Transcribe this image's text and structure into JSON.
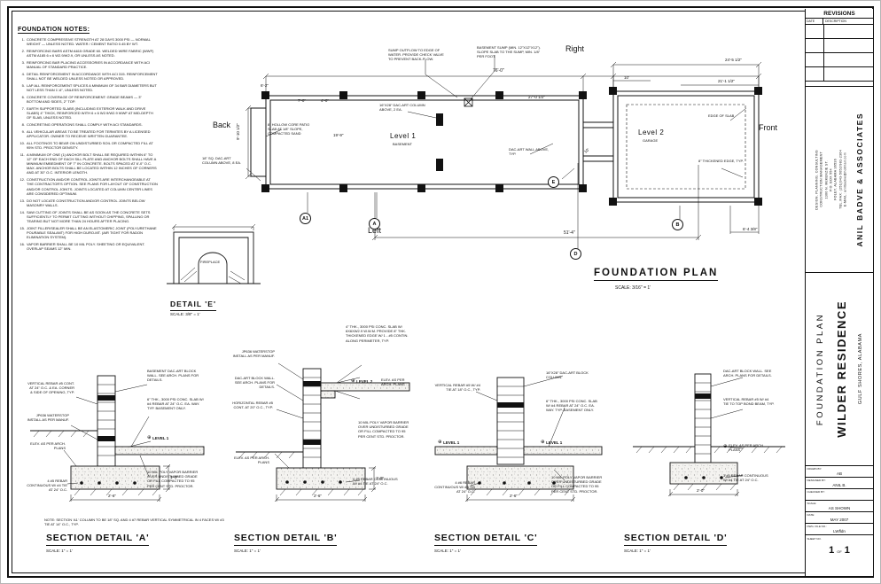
{
  "icons": {
    "level_marker": "⊕"
  },
  "notes": {
    "title": "FOUNDATION NOTES:",
    "items": [
      {
        "num": "1.",
        "text": "CONCRETE COMPRESSIVE STRENGTH AT 28 DAYS 3000 PSI — NORMAL WEIGHT — UNLESS NOTED. WATER / CEMENT RATIO 0.45 BY WT."
      },
      {
        "num": "2.",
        "text": "REINFORCING BARS ASTM A615 GRADE 60. WELDED WIRE FABRIC (WWF) ASTM A185 6 x 6 W2.9/W2.9, OR UNLESS AS NOTED."
      },
      {
        "num": "3.",
        "text": "REINFORCING BAR PLACING ACCESSORIES IN ACCORDANCE WITH ACI MANUAL OF STANDARD PRACTICE."
      },
      {
        "num": "4.",
        "text": "DETAIL REINFORCEMENT IN ACCORDANCE WITH ACI 315. REINFORCEMENT SHALL NOT BE WELDED UNLESS NOTED OR APPROVED."
      },
      {
        "num": "5.",
        "text": "LAP ALL REINFORCEMENT SPLICES A MINIMUM OF 34 BAR DIAMETERS BUT NOT LESS THAN 1'-6\", UNLESS NOTED."
      },
      {
        "num": "6.",
        "text": "CONCRETE COVERAGE OF REINFORCEMENT: GRADE BEAMS — 3\" BOTTOM AND SIDES, 2\" TOP."
      },
      {
        "num": "7.",
        "text": "EARTH SUPPORTED SLABS (INCLUDING EXTERIOR WALK AND DRIVE SLABS) 4\" THICK, REINFORCED WITH 6 x 6 W2.9/W2.9 WWF AT MID-DEPTH OF SLAB, UNLESS NOTED."
      },
      {
        "num": "8.",
        "text": "CONCRETING OPERATIONS SHALL COMPLY WITH ACI STANDARDS."
      },
      {
        "num": "9.",
        "text": "ALL VEHICULAR AREAS TO BE TREATED FOR TERMITES BY A LICENSED APPLICATOR. OWNER TO RECEIVE WRITTEN GUARANTEE."
      },
      {
        "num": "10.",
        "text": "ALL FOOTINGS TO BEAR ON UNDISTURBED SOIL OR COMPACTED FILL AT 95% STD. PROCTOR DENSITY."
      },
      {
        "num": "11.",
        "text": "A MINIMUM OF ONE (1) ANCHOR BOLT SHALL BE REQUIRED WITHIN 6\" TO 12\" OF EACH END OF EACH SILL PLATE AND ANCHOR BOLTS SHALL HAVE A MINIMUM EMBEDMENT OF 7\" IN CONCRETE. BOLTS SPACED AT 6'-0\" O.C. MAX. ANCHOR BOLTS SHALL BE LOCATED WITHIN 12 INCHES OF CORNERS AND AT 30\" O.C. INTERIOR LENGTH."
      },
      {
        "num": "12.",
        "text": "CONSTRUCTION AND/OR CONTROL JOINTS ARE INTERCHANGEABLE AT THE CONTRACTOR'S OPTION. SEE PLANS FOR LAYOUT OF CONSTRUCTION AND/OR CONTROL JOINTS. JOINTS LOCATED AT COLUMN CENTER LINES ARE CONSIDERED OPTIMUM."
      },
      {
        "num": "13.",
        "text": "DO NOT LOCATE CONSTRUCTION AND/OR CONTROL JOINTS BELOW MASONRY WALLS."
      },
      {
        "num": "14.",
        "text": "SAW CUTTING OF JOINTS SHALL BE AS SOON AS THE CONCRETE SETS SUFFICIENTLY TO PERMIT CUTTING WITHOUT CHIPPING, SPALLING OR TEARING BUT NOT MORE THAN 24 HOURS AFTER PLACING."
      },
      {
        "num": "15.",
        "text": "JOINT FILLER/SEALER SHALL BE AN ELASTOMERIC JOINT (POLYURETHANE POURABLE SEALANT) FOR HIGH DURO-MT. (AIR TIGHT FOR RADON ELIMINATION SYSTEM)."
      },
      {
        "num": "16.",
        "text": "VAPOR BARRIER SHALL BE 10 MIL POLY. SHEETING OR EQUIVALENT. OVERLAP SEAMS 12\" MIN."
      }
    ]
  },
  "plan": {
    "title": "FOUNDATION PLAN",
    "scale_label": "SCALE: 3/16\" = 1'",
    "compass": {
      "back": "Back",
      "right": "Right",
      "front": "Front",
      "left": "Left"
    },
    "rooms": {
      "level1": "Level 1",
      "level1_sub": "BASEMENT",
      "level2": "Level 2",
      "level2_sub": "GARAGE"
    },
    "callouts": {
      "sump_outflow": "SUMP OUTFLOW TO EDGE OF WATER. PROVIDE CHECK VALVE TO PREVENT BACK-FLOW.",
      "basement_sump": "BASEMENT SUMP (MIN. 12\"X12\"X12\"). SLOPE SLAB TO THE SUMP, MIN. 1/8\" PER FOOT.",
      "patio_slab": "8\" HOLLOW CORE PATIO SLAB AT 1/8\" SLOPE, COMPACTED SAND",
      "column_16x28": "16\"X28\" DAC-ART COLUMN ABOVE, 2 EA.",
      "dacart_wall": "DAC-ART WALL ABOVE, TYP.",
      "thickened_edge": "8\" THICKENED EDGE, TYP.",
      "edge_of_slab": "EDGE OF SLAB",
      "column_18sq": "18\" SQ. DAC-ART COLUMN ABOVE, 8 EA."
    },
    "dims": {
      "overall": "76'-0\"",
      "bay": "10'",
      "right_upper": "24'-5 1/2\"",
      "right_lower": "21'-1 1/2\"",
      "wing": "27'-0 1/2\"",
      "interior": "19'-9\"",
      "porch_a": "6'-2\"",
      "porch_b": "7'-0\"",
      "porch_c": "4'-0\"",
      "left_height": "9'-10 1/2\"",
      "bottom": "51'-4\"",
      "bottom_right": "6'-4 3/8\"",
      "garage_diag": "10'"
    },
    "bubbles": {
      "a1": "A1",
      "a": "A",
      "b": "B",
      "d": "D",
      "e": "E"
    }
  },
  "detail_e": {
    "title": "DETAIL 'E'",
    "scale_label": "SCALE: 3/8\" = 1'",
    "fireplace": "FIREPLACE"
  },
  "sections": {
    "a": {
      "title": "SECTION DETAIL 'A'",
      "scale_label": "SCALE: 1\" = 1'",
      "callouts": {
        "vert_rebar": "VERTICAL REBAR #5 CONT. AT 24\" O.C. & EA. CORNER & SIDE OF OPENING, TYP.",
        "waterstop": "JP636 WATERSTOP INSTALL AS PER MANUF.",
        "elev": "ELEV. AS PER ARCH. PLANS",
        "block_wall": "BASEMENT DAC-ART BLOCK WALL. SEE ARCH. PLANS FOR DETAILS.",
        "slab": "6\" THK., 3000 PSI CONC. SLAB W/ #4 REBAR AT 24\" O.C. EA. WAY. TYP. BASEMENT ONLY.",
        "level": "LEVEL 1",
        "vapor": "10 MIL POLY VAPOR BARRIER OVER UNDISTURBED GRADE OR FILL COMPACTED TO 95 PER CENT STD. PROCTOR.",
        "footing_rebar": "4 #5 REBAR CONTINUOUS W/ #4 TIE AT 24\" O.C."
      },
      "dims": {
        "w": "2'-6\"",
        "h": "1'-0\""
      },
      "note": "NOTE: SECTION 'A1' COLUMN TO BE 18\" SQ. AND 4 #7 REBAR VERTICAL SYMMETRICAL IN 4 FACES W/ #3 TIE AT 14\" O.C., TYP."
    },
    "b": {
      "title": "SECTION DETAIL 'B'",
      "scale_label": "SCALE: 1\" = 1'",
      "callouts": {
        "top_slab": "4\" THK., 3000 PSI CONC. SLAB W/ 6X6XW2.9 W.W.M. PROVIDE 8\" THK. THICKENED EDGE W/ 1 - #5 CONTIN. ALONG PERIMETER, TYP.",
        "waterstop": "JP636 WATERSTOP INSTALL AS PER MANUF.",
        "block_wall": "DAC-ART BLOCK WALL. SEE ARCH. PLANS FOR DETAILS.",
        "horiz_rebar": "HORIZONTAL REBAR #5 CONT. AT 20\" O.C., TYP.",
        "level": "LEVEL 2",
        "elev_top": "ELEV. AS PER ARCH. PLANS",
        "vapor": "10 MIL POLY VAPOR BARRIER OVER UNDISTURBED GRADE OR FILL COMPACTED TO 95 PER CENT STD. PROCTOR.",
        "elev": "ELEV. AS PER ARCH. PLANS",
        "footing_rebar": "4 #5 REBAR CONTINUOUS W/ #4 TIE AT 24\" O.C."
      },
      "dims": {
        "w": "2'-6\"",
        "h": "1'-0\""
      }
    },
    "c": {
      "title": "SECTION DETAIL 'C'",
      "scale_label": "SCALE: 1\" = 1'",
      "callouts": {
        "vert_rebar": "VERTICAL REBAR #5 W/ #4 TIE AT 18\" O.C., TYP.",
        "column": "16\"X28\" DAC-ART BLOCK COLUMN.",
        "slab": "6\" THK., 3000 PSI CONC. SLAB W/ #4 REBAR AT 24\" O.C. EA. WAY. TYP. BASEMENT ONLY.",
        "level_left": "LEVEL 1",
        "level_right": "LEVEL 1",
        "footing_rebar": "4 #6 REBAR CONTINUOUS W/ #4 TIE AT 24\" O.C.",
        "vapor": "10 MIL POLY VAPOR BARRIER OVER UNDISTURBED GRADE OR FILL COMPACTED TO 95 PER CENT STD. PROCTOR."
      },
      "dims": {
        "w": "2'-6\""
      }
    },
    "d": {
      "title": "SECTION DETAIL 'D'",
      "scale_label": "SCALE: 1\" = 1'",
      "callouts": {
        "block_wall": "DAC-ART BLOCK WALL. SEE ARCH. PLANS FOR DETAILS.",
        "vert_rebar": "VERTICAL REBAR #5 W/ #4 TIE TO TOP BOND BEAM, TYP.",
        "elev": "ELEV. AS PER ARCH. PLANS",
        "footing_rebar": "3 #5 REBAR CONTINUOUS W/ #4 TIE AT 24\" O.C."
      },
      "dims": {
        "w": "2'-0\""
      }
    }
  },
  "titleblock": {
    "revisions": {
      "title": "REVISIONS",
      "date": "DATE",
      "description": "DESCRIPTION"
    },
    "firm": {
      "name": "ANIL BADVE & ASSOCIATES",
      "lines": [
        "DESIGN, PLANNING, CONSULTING",
        "CONSTRUCTION MANAGEMENT",
        "1300 N. McKENZIE ST.",
        "P.O. BOX 554",
        "FOLEY, ALABAMA 36536",
        "TEL./FAX: (251)943-5052/981-2364",
        "E-MAIL: anilbadve@hotmail.com"
      ]
    },
    "project": {
      "line1": "FOUNDATION PLAN",
      "line2": "WILDER RESIDENCE",
      "line3": "GULF SHORES, ALABAMA"
    },
    "fields": [
      {
        "label": "DRAWN BY:",
        "value": "AB"
      },
      {
        "label": "DESIGNED BY:",
        "value": "ANIL B."
      },
      {
        "label": "CHECKED BY:",
        "value": ""
      },
      {
        "label": "SCALE:",
        "value": "AS SHOWN"
      },
      {
        "label": "DATE:",
        "value": "MAY 2007"
      },
      {
        "label": "DWG. FILE NO.:",
        "value": "LWfldn"
      }
    ],
    "sheet": {
      "label": "SHEET NO.",
      "a": "1",
      "of": "OF",
      "b": "1"
    }
  }
}
